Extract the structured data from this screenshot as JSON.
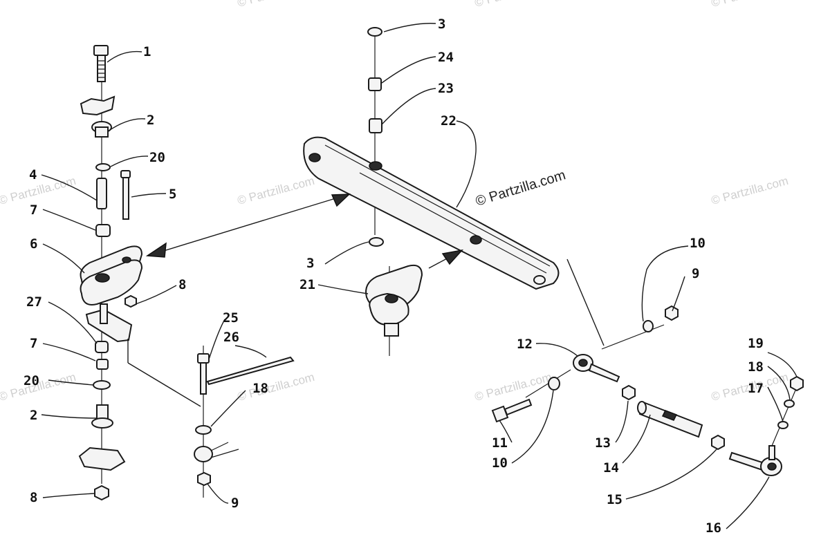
{
  "watermark": {
    "main": "© Partzilla.com",
    "faint": "© Partzilla.com"
  },
  "callouts": [
    {
      "id": "c1",
      "label": "1"
    },
    {
      "id": "c2a",
      "label": "2"
    },
    {
      "id": "c20a",
      "label": "20"
    },
    {
      "id": "c4",
      "label": "4"
    },
    {
      "id": "c5",
      "label": "5"
    },
    {
      "id": "c7a",
      "label": "7"
    },
    {
      "id": "c6",
      "label": "6"
    },
    {
      "id": "c8a",
      "label": "8"
    },
    {
      "id": "c27",
      "label": "27"
    },
    {
      "id": "c7b",
      "label": "7"
    },
    {
      "id": "c20b",
      "label": "20"
    },
    {
      "id": "c2b",
      "label": "2"
    },
    {
      "id": "c8b",
      "label": "8"
    },
    {
      "id": "c25",
      "label": "25"
    },
    {
      "id": "c26",
      "label": "26"
    },
    {
      "id": "c18a",
      "label": "18"
    },
    {
      "id": "c9a",
      "label": "9"
    },
    {
      "id": "c3a",
      "label": "3"
    },
    {
      "id": "c24",
      "label": "24"
    },
    {
      "id": "c23",
      "label": "23"
    },
    {
      "id": "c22",
      "label": "22"
    },
    {
      "id": "c3b",
      "label": "3"
    },
    {
      "id": "c21",
      "label": "21"
    },
    {
      "id": "c10a",
      "label": "10"
    },
    {
      "id": "c9b",
      "label": "9"
    },
    {
      "id": "c12",
      "label": "12"
    },
    {
      "id": "c11",
      "label": "11"
    },
    {
      "id": "c10b",
      "label": "10"
    },
    {
      "id": "c13",
      "label": "13"
    },
    {
      "id": "c14",
      "label": "14"
    },
    {
      "id": "c15",
      "label": "15"
    },
    {
      "id": "c16",
      "label": "16"
    },
    {
      "id": "c19",
      "label": "19"
    },
    {
      "id": "c18b",
      "label": "18"
    },
    {
      "id": "c17",
      "label": "17"
    }
  ]
}
